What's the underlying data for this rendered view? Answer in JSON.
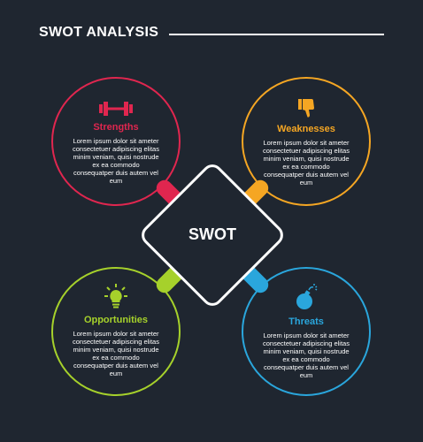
{
  "title": "SWOT ANALYSIS",
  "center": "SWOT",
  "colors": {
    "background": "#1f2630",
    "strengths": "#e0264f",
    "weaknesses": "#f5a623",
    "opportunities": "#a6d12b",
    "threats": "#2aa6dc"
  },
  "quadrants": {
    "strengths": {
      "label": "Strengths",
      "icon": "dumbbell-icon",
      "text": "Lorem ipsum dolor sit ameter consectetuer adipiscing elitas minim veniam, quisi nostrude ex ea commodo consequatper duis autem vel eum"
    },
    "weaknesses": {
      "label": "Weaknesses",
      "icon": "thumbs-down-icon",
      "text": "Lorem ipsum dolor sit ameter consectetuer adipiscing elitas minim veniam, quisi nostrude ex ea commodo consequatper duis autem vel eum"
    },
    "opportunities": {
      "label": "Opportunities",
      "icon": "lightbulb-icon",
      "text": "Lorem ipsum dolor sit ameter consectetuer adipiscing elitas minim veniam, quisi nostrude ex ea commodo consequatper duis autem vel eum"
    },
    "threats": {
      "label": "Threats",
      "icon": "bomb-icon",
      "text": "Lorem ipsum dolor sit ameter consectetuer adipiscing elitas minim veniam, quisi nostrude ex ea commodo consequatper duis autem vel eum"
    }
  }
}
